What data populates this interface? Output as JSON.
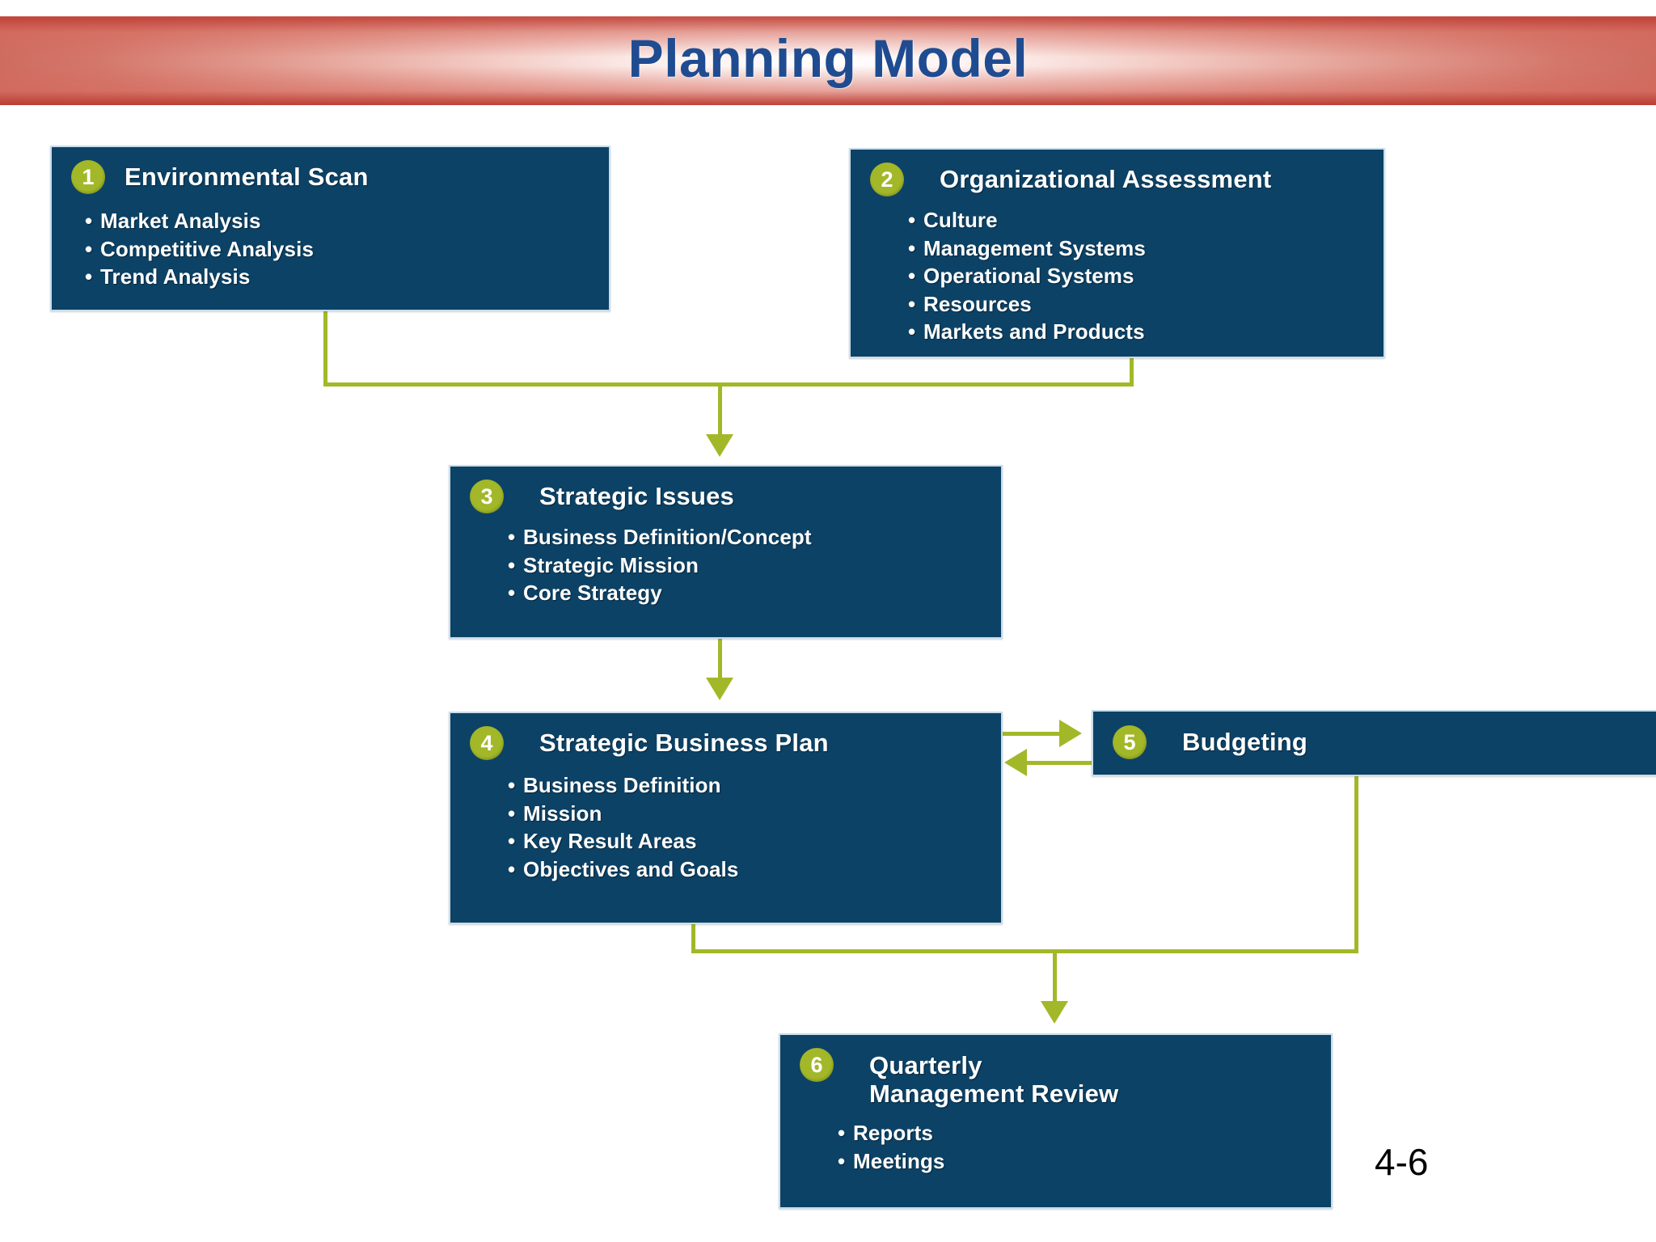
{
  "slide": {
    "title": "Planning Model",
    "page_number": "4-6",
    "colors": {
      "box_fill": "#0c4266",
      "box_border": "#c9ddea",
      "badge": "#a3b828",
      "connector": "#a3b828",
      "title_text": "#1f4c91",
      "banner_red": "#c65a4d"
    }
  },
  "boxes": [
    {
      "number": "1",
      "title": "Environmental Scan",
      "items": [
        "Market Analysis",
        "Competitive Analysis",
        "Trend Analysis"
      ]
    },
    {
      "number": "2",
      "title": "Organizational Assessment",
      "items": [
        "Culture",
        "Management Systems",
        "Operational Systems",
        "Resources",
        "Markets and Products"
      ]
    },
    {
      "number": "3",
      "title": "Strategic Issues",
      "items": [
        "Business Definition/Concept",
        "Strategic Mission",
        "Core Strategy"
      ]
    },
    {
      "number": "4",
      "title": "Strategic Business Plan",
      "items": [
        "Business Definition",
        "Mission",
        "Key Result Areas",
        "Objectives and Goals"
      ]
    },
    {
      "number": "5",
      "title": "Budgeting",
      "items": []
    },
    {
      "number": "6",
      "title": "Quarterly Management Review",
      "items": [
        "Reports",
        "Meetings"
      ]
    }
  ]
}
